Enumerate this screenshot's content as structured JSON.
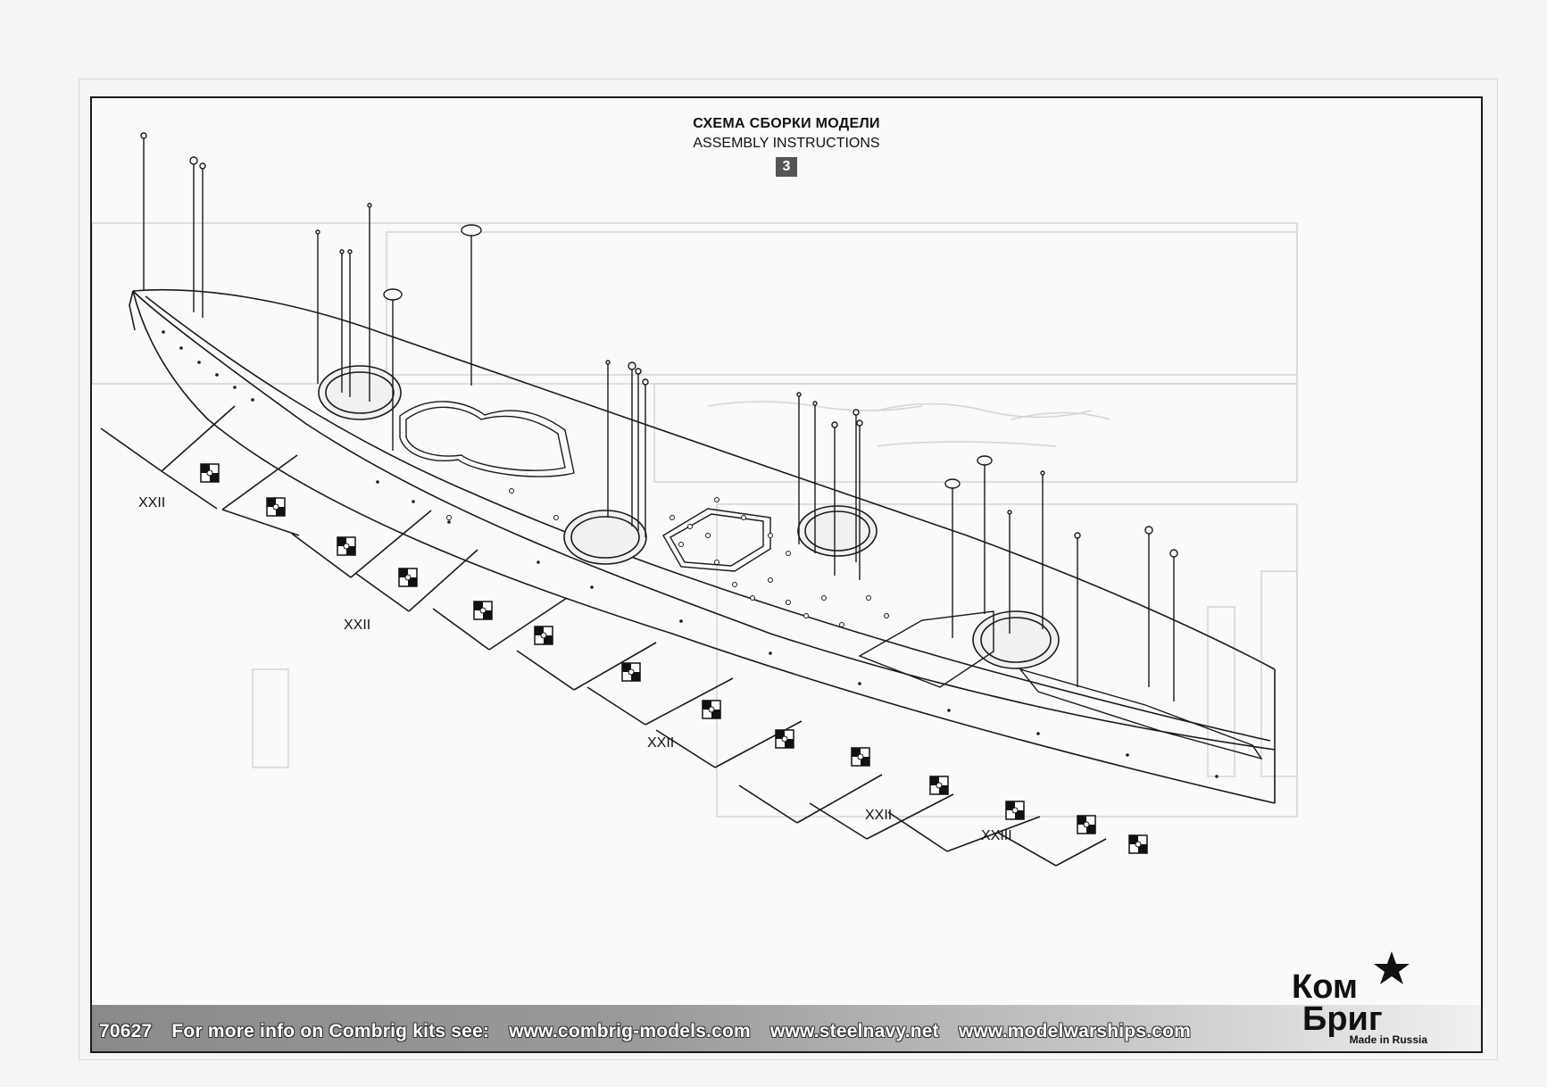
{
  "header": {
    "title_ru": "СХЕМА СБОРКИ МОДЕЛИ",
    "title_en": "ASSEMBLY INSTRUCTIONS",
    "step_number": "3"
  },
  "part_labels": {
    "xxii_1": "XXII",
    "xxii_2": "XXII",
    "xxii_3": "XXII",
    "xxii_4": "XXII",
    "xxiii": "XXIII"
  },
  "footer": {
    "kit_number": "70627",
    "info_text": "For more info on Combrig kits see:",
    "site_1": "www.combrig-models.com",
    "site_2": "www.steelnavy.net",
    "site_3": "www.modelwarships.com"
  },
  "logo": {
    "brand_top": "Ком",
    "brand_bottom": "Бриг",
    "made_in": "Made in Russia"
  },
  "colors": {
    "line": "#1a1a1a",
    "ghost": "#cfcfcd",
    "footer_text": "#ffffff"
  }
}
